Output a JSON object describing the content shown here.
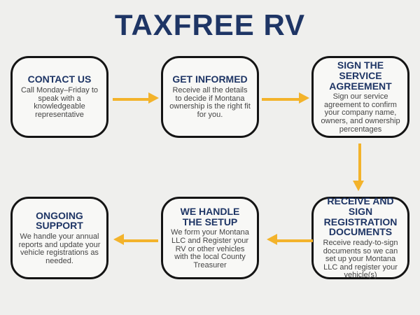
{
  "title": "TAXFREE RV",
  "colors": {
    "background": "#EFEFED",
    "box_fill": "#F8F8F6",
    "box_border": "#141414",
    "heading_navy": "#1E3565",
    "body_text": "#454545",
    "arrow_gold": "#F3B32B"
  },
  "steps": [
    {
      "id": "contact-us",
      "heading": "CONTACT US",
      "body": "Call Monday–Friday to speak with a knowledgeable representative"
    },
    {
      "id": "get-informed",
      "heading": "GET INFORMED",
      "body": "Receive all the details to decide if Montana ownership is the right fit for you."
    },
    {
      "id": "sign-the-service-agreement",
      "heading": "SIGN THE\nSERVICE\nAGREEMENT",
      "body": "Sign our service agreement to confirm your company name, owners, and ownership percentages"
    },
    {
      "id": "receive-and-sign-registration-documents",
      "heading": "RECEIVE AND\nSIGN\nREGISTRATION\nDOCUMENTS",
      "body": "Receive ready-to-sign documents so we can set up your Montana LLC and register your vehicle(s)"
    },
    {
      "id": "we-handle-the-setup",
      "heading": "WE HANDLE\nTHE SETUP",
      "body": "We form your Montana LLC and Register your RV or other vehicles with the local County Treasurer"
    },
    {
      "id": "ongoing-support",
      "heading": "ONGOING\nSUPPORT",
      "body": "We handle your annual reports and update your vehicle registrations as needed."
    }
  ],
  "arrows": [
    {
      "from": "contact-us",
      "to": "get-informed",
      "direction": "right"
    },
    {
      "from": "get-informed",
      "to": "sign-the-service-agreement",
      "direction": "right"
    },
    {
      "from": "sign-the-service-agreement",
      "to": "receive-and-sign-registration-documents",
      "direction": "down"
    },
    {
      "from": "receive-and-sign-registration-documents",
      "to": "we-handle-the-setup",
      "direction": "left"
    },
    {
      "from": "we-handle-the-setup",
      "to": "ongoing-support",
      "direction": "left"
    }
  ]
}
